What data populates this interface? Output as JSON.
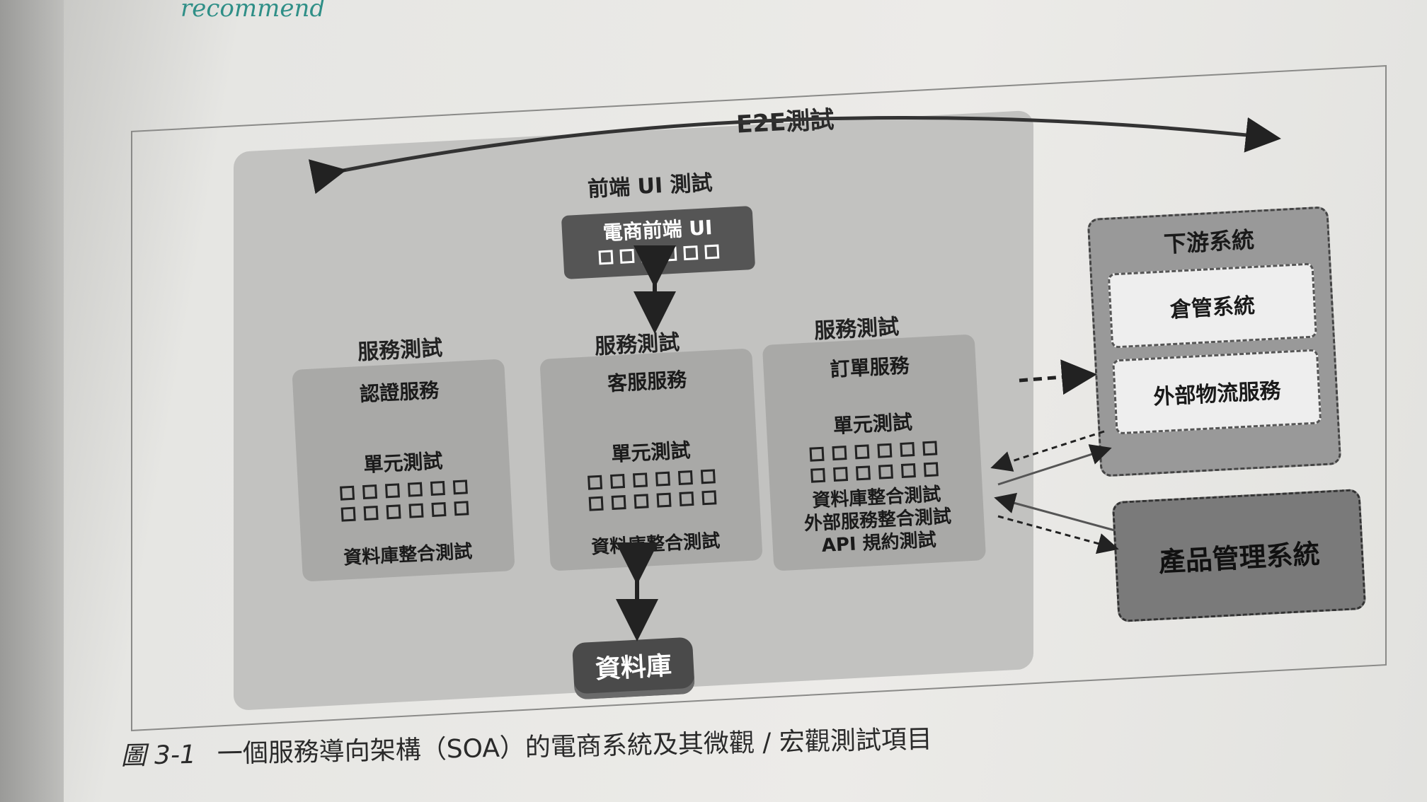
{
  "handwritten_note": "recommend",
  "e2e_label": "E2E測試",
  "frontend": {
    "label": "前端 UI 測試",
    "box_title": "電商前端 UI"
  },
  "services": [
    {
      "head": "服務測試",
      "name": "認證服務",
      "unit": "單元測試",
      "tests": [
        "資料庫整合測試"
      ]
    },
    {
      "head": "服務測試",
      "name": "客服服務",
      "unit": "單元測試",
      "tests": [
        "資料庫整合測試"
      ]
    },
    {
      "head": "服務測試",
      "name": "訂單服務",
      "unit": "單元測試",
      "tests": [
        "資料庫整合測試",
        "外部服務整合測試",
        "API 規約測試"
      ]
    }
  ],
  "database": "資料庫",
  "downstream": {
    "title": "下游系統",
    "items": [
      "倉管系統",
      "外部物流服務"
    ]
  },
  "product_system": "產品管理系統",
  "caption": {
    "number": "圖 3-1",
    "text": "一個服務導向架構（SOA）的電商系統及其微觀 / 宏觀測試項目"
  }
}
